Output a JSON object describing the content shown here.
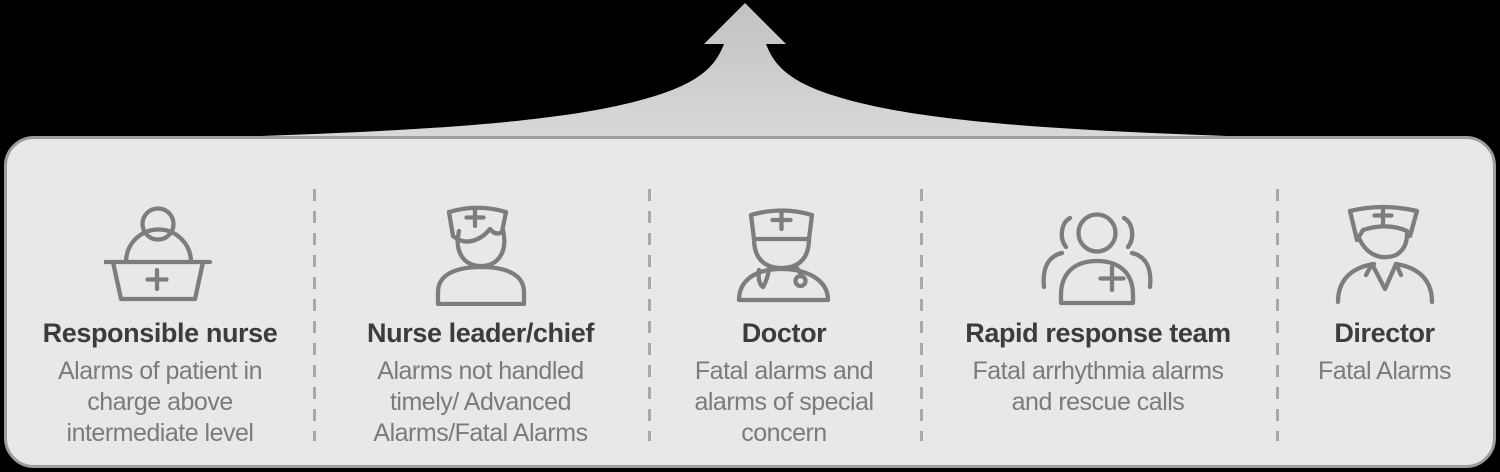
{
  "diagram_type": "alarm-escalation-hierarchy",
  "arrow": {
    "direction": "up"
  },
  "colors": {
    "background": "#000000",
    "panel_bg": "#e8e8e8",
    "panel_border": "#9d9d9d",
    "peak_fill_top": "#c1c2c4",
    "peak_fill_bottom": "#d8d8d9",
    "title_color": "#3d3b3c",
    "desc_color": "#7b7b7b",
    "icon_stroke": "#7d7d7d",
    "divider_color": "#a9a9a9"
  },
  "roles": [
    {
      "icon": "nurse-at-desk-icon",
      "title": "Responsible nurse",
      "description": "Alarms of patient in\ncharge above\nintermediate level"
    },
    {
      "icon": "nurse-leader-icon",
      "title": "Nurse leader/chief",
      "description": "Alarms not handled\ntimely/ Advanced\nAlarms/Fatal Alarms"
    },
    {
      "icon": "doctor-icon",
      "title": "Doctor",
      "description": "Fatal alarms and\nalarms of special\nconcern"
    },
    {
      "icon": "rapid-response-team-icon",
      "title": "Rapid response team",
      "description": "Fatal arrhythmia alarms\nand rescue calls"
    },
    {
      "icon": "director-icon",
      "title": "Director",
      "description": "Fatal Alarms"
    }
  ]
}
